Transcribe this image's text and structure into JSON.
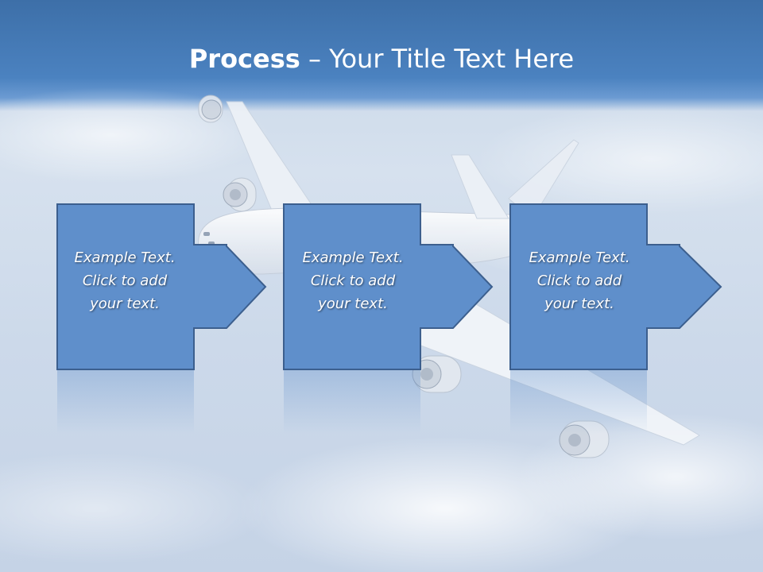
{
  "slide": {
    "title_bold": "Process",
    "title_rest": " – Your Title Text Here"
  },
  "steps": [
    {
      "line1": "Example Text.",
      "line2": "Click  to add",
      "line3": "your text."
    },
    {
      "line1": "Example Text.",
      "line2": "Click  to add",
      "line3": "your text."
    },
    {
      "line1": "Example Text.",
      "line2": "Click  to add",
      "line3": "your text."
    }
  ],
  "colors": {
    "header": "#4b82c0",
    "shape_fill": "#5f8fcb",
    "shape_border": "#3c5f8e",
    "sky": "#d2deec"
  },
  "icons": [
    "airplane-image",
    "clouds-image"
  ]
}
